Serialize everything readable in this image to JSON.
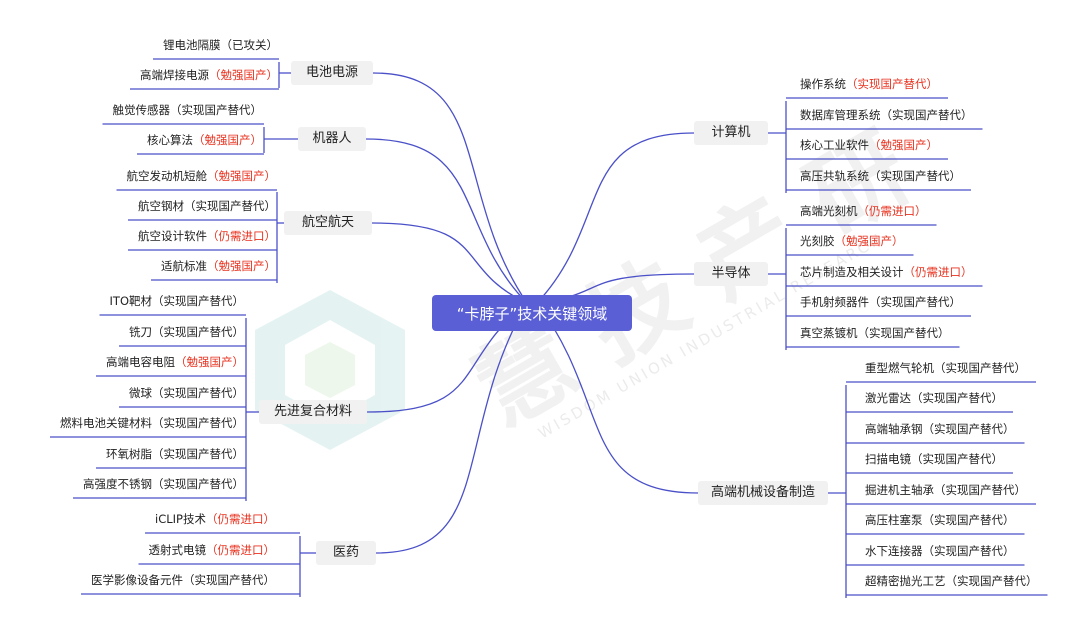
{
  "center": "“卡脖子”技术关键领域",
  "watermark": {
    "brand": "慧 技 产 研",
    "sub": "WISDOM UNION INDUSTRIAL RESEARCH"
  },
  "left": [
    {
      "name": "电池电源",
      "items": [
        {
          "text": "锂电池隔膜",
          "note": "",
          "status": "（已攻关）"
        },
        {
          "text": "高端焊接电源",
          "note": "（勉强国产）",
          "status": ""
        }
      ]
    },
    {
      "name": "机器人",
      "items": [
        {
          "text": "触觉传感器",
          "note": "",
          "status": "（实现国产替代）"
        },
        {
          "text": "核心算法",
          "note": "（勉强国产）",
          "status": ""
        }
      ]
    },
    {
      "name": "航空航天",
      "items": [
        {
          "text": "航空发动机短舱",
          "note": "（勉强国产）",
          "status": ""
        },
        {
          "text": "航空钢材",
          "note": "",
          "status": "（实现国产替代）"
        },
        {
          "text": "航空设计软件",
          "note": "（仍需进口）",
          "status": ""
        },
        {
          "text": "适航标准",
          "note": "（勉强国产）",
          "status": ""
        }
      ]
    },
    {
      "name": "先进复合材料",
      "items": [
        {
          "text": "ITO靶材",
          "note": "",
          "status": "（实现国产替代）"
        },
        {
          "text": "铣刀",
          "note": "",
          "status": "（实现国产替代）"
        },
        {
          "text": "高端电容电阻",
          "note": "（勉强国产）",
          "status": ""
        },
        {
          "text": "微球",
          "note": "",
          "status": "（实现国产替代）"
        },
        {
          "text": "燃料电池关键材料",
          "note": "",
          "status": "（实现国产替代）"
        },
        {
          "text": "环氧树脂",
          "note": "",
          "status": "（实现国产替代）"
        },
        {
          "text": "高强度不锈钢",
          "note": "",
          "status": "（实现国产替代）"
        }
      ]
    },
    {
      "name": "医药",
      "items": [
        {
          "text": "iCLIP技术",
          "note": "（仍需进口）",
          "status": ""
        },
        {
          "text": "透射式电镜",
          "note": "（仍需进口）",
          "status": ""
        },
        {
          "text": "医学影像设备元件",
          "note": "",
          "status": "（实现国产替代）"
        }
      ]
    }
  ],
  "right": [
    {
      "name": "计算机",
      "items": [
        {
          "text": "操作系统",
          "note": "（实现国产替代）",
          "status": ""
        },
        {
          "text": "数据库管理系统",
          "note": "",
          "status": "（实现国产替代）"
        },
        {
          "text": "核心工业软件",
          "note": "（勉强国产）",
          "status": ""
        },
        {
          "text": "高压共轨系统",
          "note": "",
          "status": "（实现国产替代）"
        }
      ]
    },
    {
      "name": "半导体",
      "items": [
        {
          "text": "高端光刻机",
          "note": "（仍需进口）",
          "status": ""
        },
        {
          "text": "光刻胶",
          "note": "（勉强国产）",
          "status": ""
        },
        {
          "text": "芯片制造及相关设计",
          "note": "（仍需进口）",
          "status": ""
        },
        {
          "text": "手机射频器件",
          "note": "",
          "status": "（实现国产替代）"
        },
        {
          "text": "真空蒸镀机",
          "note": "",
          "status": "（实现国产替代）"
        }
      ]
    },
    {
      "name": "高端机械设备制造",
      "items": [
        {
          "text": "重型燃气轮机",
          "note": "",
          "status": "（实现国产替代）"
        },
        {
          "text": "激光雷达",
          "note": "",
          "status": "（实现国产替代）"
        },
        {
          "text": "高端轴承钢",
          "note": "",
          "status": "（实现国产替代）"
        },
        {
          "text": "扫描电镜",
          "note": "",
          "status": "（实现国产替代）"
        },
        {
          "text": "掘进机主轴承",
          "note": "",
          "status": "（实现国产替代）"
        },
        {
          "text": "高压柱塞泵",
          "note": "",
          "status": "（实现国产替代）"
        },
        {
          "text": "水下连接器",
          "note": "",
          "status": "（实现国产替代）"
        },
        {
          "text": "超精密抛光工艺",
          "note": "",
          "status": "（实现国产替代）"
        }
      ]
    }
  ],
  "colors": {
    "center": "#5a5fd6",
    "line": "#4a50c8",
    "note": "#e8321f",
    "category_bg": "#f1f1f1"
  }
}
